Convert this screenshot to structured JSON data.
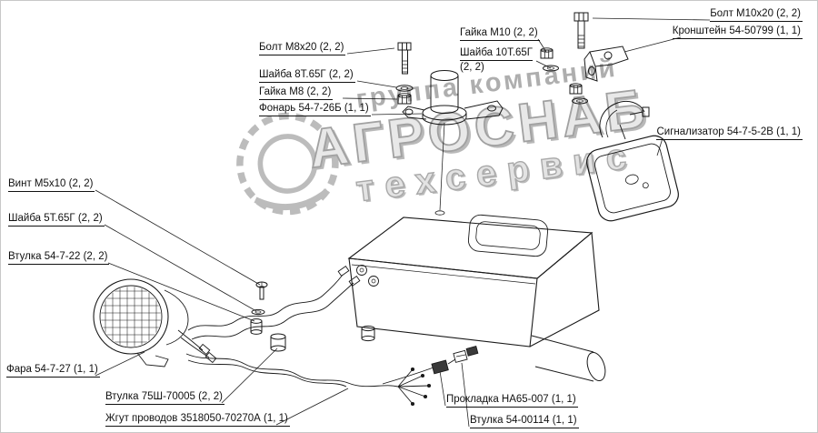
{
  "page": {
    "background": "#ffffff",
    "line_color": "#1a1a1a",
    "watermark_color": "#8a8a8a"
  },
  "watermark": {
    "line1": "группа компаний",
    "line2": "АГРОСНАБ",
    "line3": "техсервис"
  },
  "labels": {
    "bolt_m8x20": "Болт М8х20 (2, 2)",
    "shajba_8t": "Шайба 8Т.65Г (2, 2)",
    "gajka_m8": "Гайка М8 (2, 2)",
    "fonar": "Фонарь 54-7-26Б (1, 1)",
    "gajka_m10": "Гайка М10 (2, 2)",
    "shajba_10t_line1": "Шайба 10Т.65Г",
    "shajba_10t_line2": "(2, 2)",
    "bolt_m10x20": "Болт М10х20 (2, 2)",
    "kronshtejn": "Кронштейн 54-50799 (1, 1)",
    "signalizator": "Сигнализатор 54-7-5-2В (1, 1)",
    "vint_m5x10": "Винт М5х10 (2, 2)",
    "shajba_5t": "Шайба 5Т.65Г (2, 2)",
    "vtulka_54_7_22": "Втулка 54-7-22 (2, 2)",
    "fara": "Фара 54-7-27 (1, 1)",
    "vtulka_75sh": "Втулка 75Ш-70005 (2, 2)",
    "zhgut": "Жгут проводов 3518050-70270А (1, 1)",
    "prokladka": "Прокладка НА65-007 (1, 1)",
    "vtulka_54_00114": "Втулка 54-00114 (1, 1)"
  }
}
